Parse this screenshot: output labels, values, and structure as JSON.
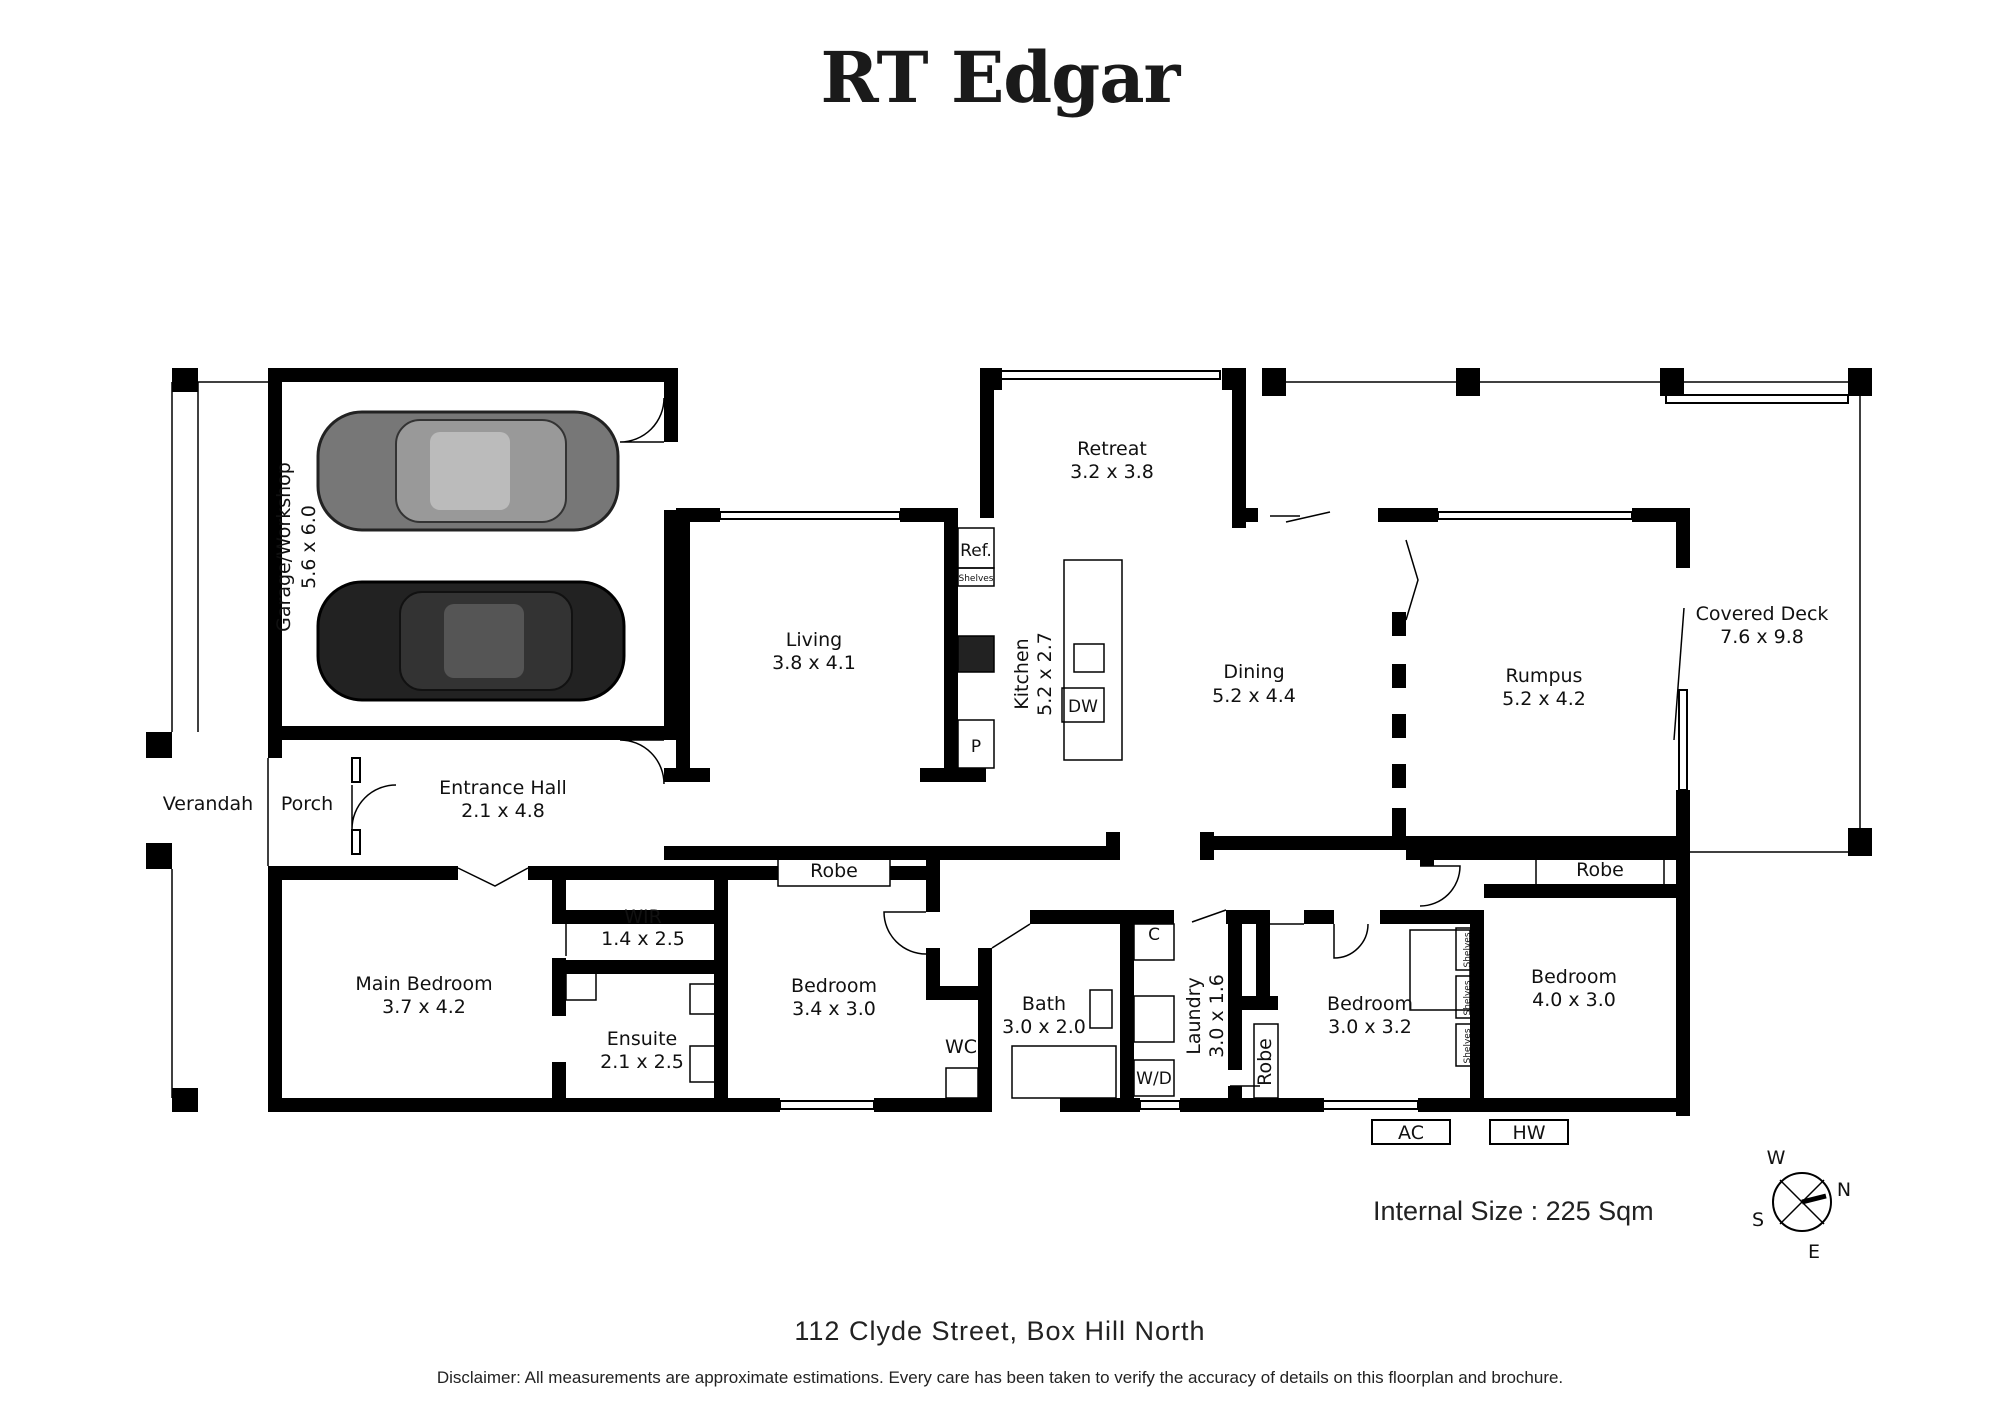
{
  "brand": "RT Edgar",
  "rooms": {
    "garage": {
      "name": "Garage/Workshop",
      "size": "5.6 x 6.0"
    },
    "retreat": {
      "name": "Retreat",
      "size": "3.2 x 3.8"
    },
    "living": {
      "name": "Living",
      "size": "3.8 x 4.1"
    },
    "kitchen": {
      "name": "Kitchen",
      "size": "5.2 x 2.7"
    },
    "dining": {
      "name": "Dining",
      "size": "5.2 x 4.4"
    },
    "rumpus": {
      "name": "Rumpus",
      "size": "5.2 x 4.2"
    },
    "covered_deck": {
      "name": "Covered Deck",
      "size": "7.6 x 9.8"
    },
    "entrance_hall": {
      "name": "Entrance Hall",
      "size": "2.1 x 4.8"
    },
    "verandah": {
      "name": "Verandah"
    },
    "porch": {
      "name": "Porch"
    },
    "main_bedroom": {
      "name": "Main Bedroom",
      "size": "3.7 x 4.2"
    },
    "wir": {
      "name": "WIR",
      "size": "1.4 x 2.5"
    },
    "ensuite": {
      "name": "Ensuite",
      "size": "2.1 x 2.5"
    },
    "bedroom_a": {
      "name": "Bedroom",
      "size": "3.4 x 3.0"
    },
    "wc": {
      "name": "WC"
    },
    "bath": {
      "name": "Bath",
      "size": "3.0 x 2.0"
    },
    "laundry": {
      "name": "Laundry",
      "size": "3.0 x 1.6"
    },
    "bedroom_b": {
      "name": "Bedroom",
      "size": "3.0 x 3.2"
    },
    "bedroom_c": {
      "name": "Bedroom",
      "size": "4.0 x 3.0"
    }
  },
  "fixtures": {
    "ref": "Ref.",
    "shelves": "Shelves",
    "pantry": "P",
    "dishwasher": "DW",
    "cupboard": "C",
    "washer_dryer": "W/D",
    "robe": "Robe",
    "ac": "AC",
    "hw": "HW"
  },
  "compass": {
    "n": "N",
    "s": "S",
    "e": "E",
    "w": "W"
  },
  "internal_size": "Internal Size : 225 Sqm",
  "address": "112 Clyde Street, Box Hill North",
  "disclaimer": "Disclaimer: All measurements are approximate estimations. Every care has been taken to verify the accuracy of details on this floorplan and brochure."
}
